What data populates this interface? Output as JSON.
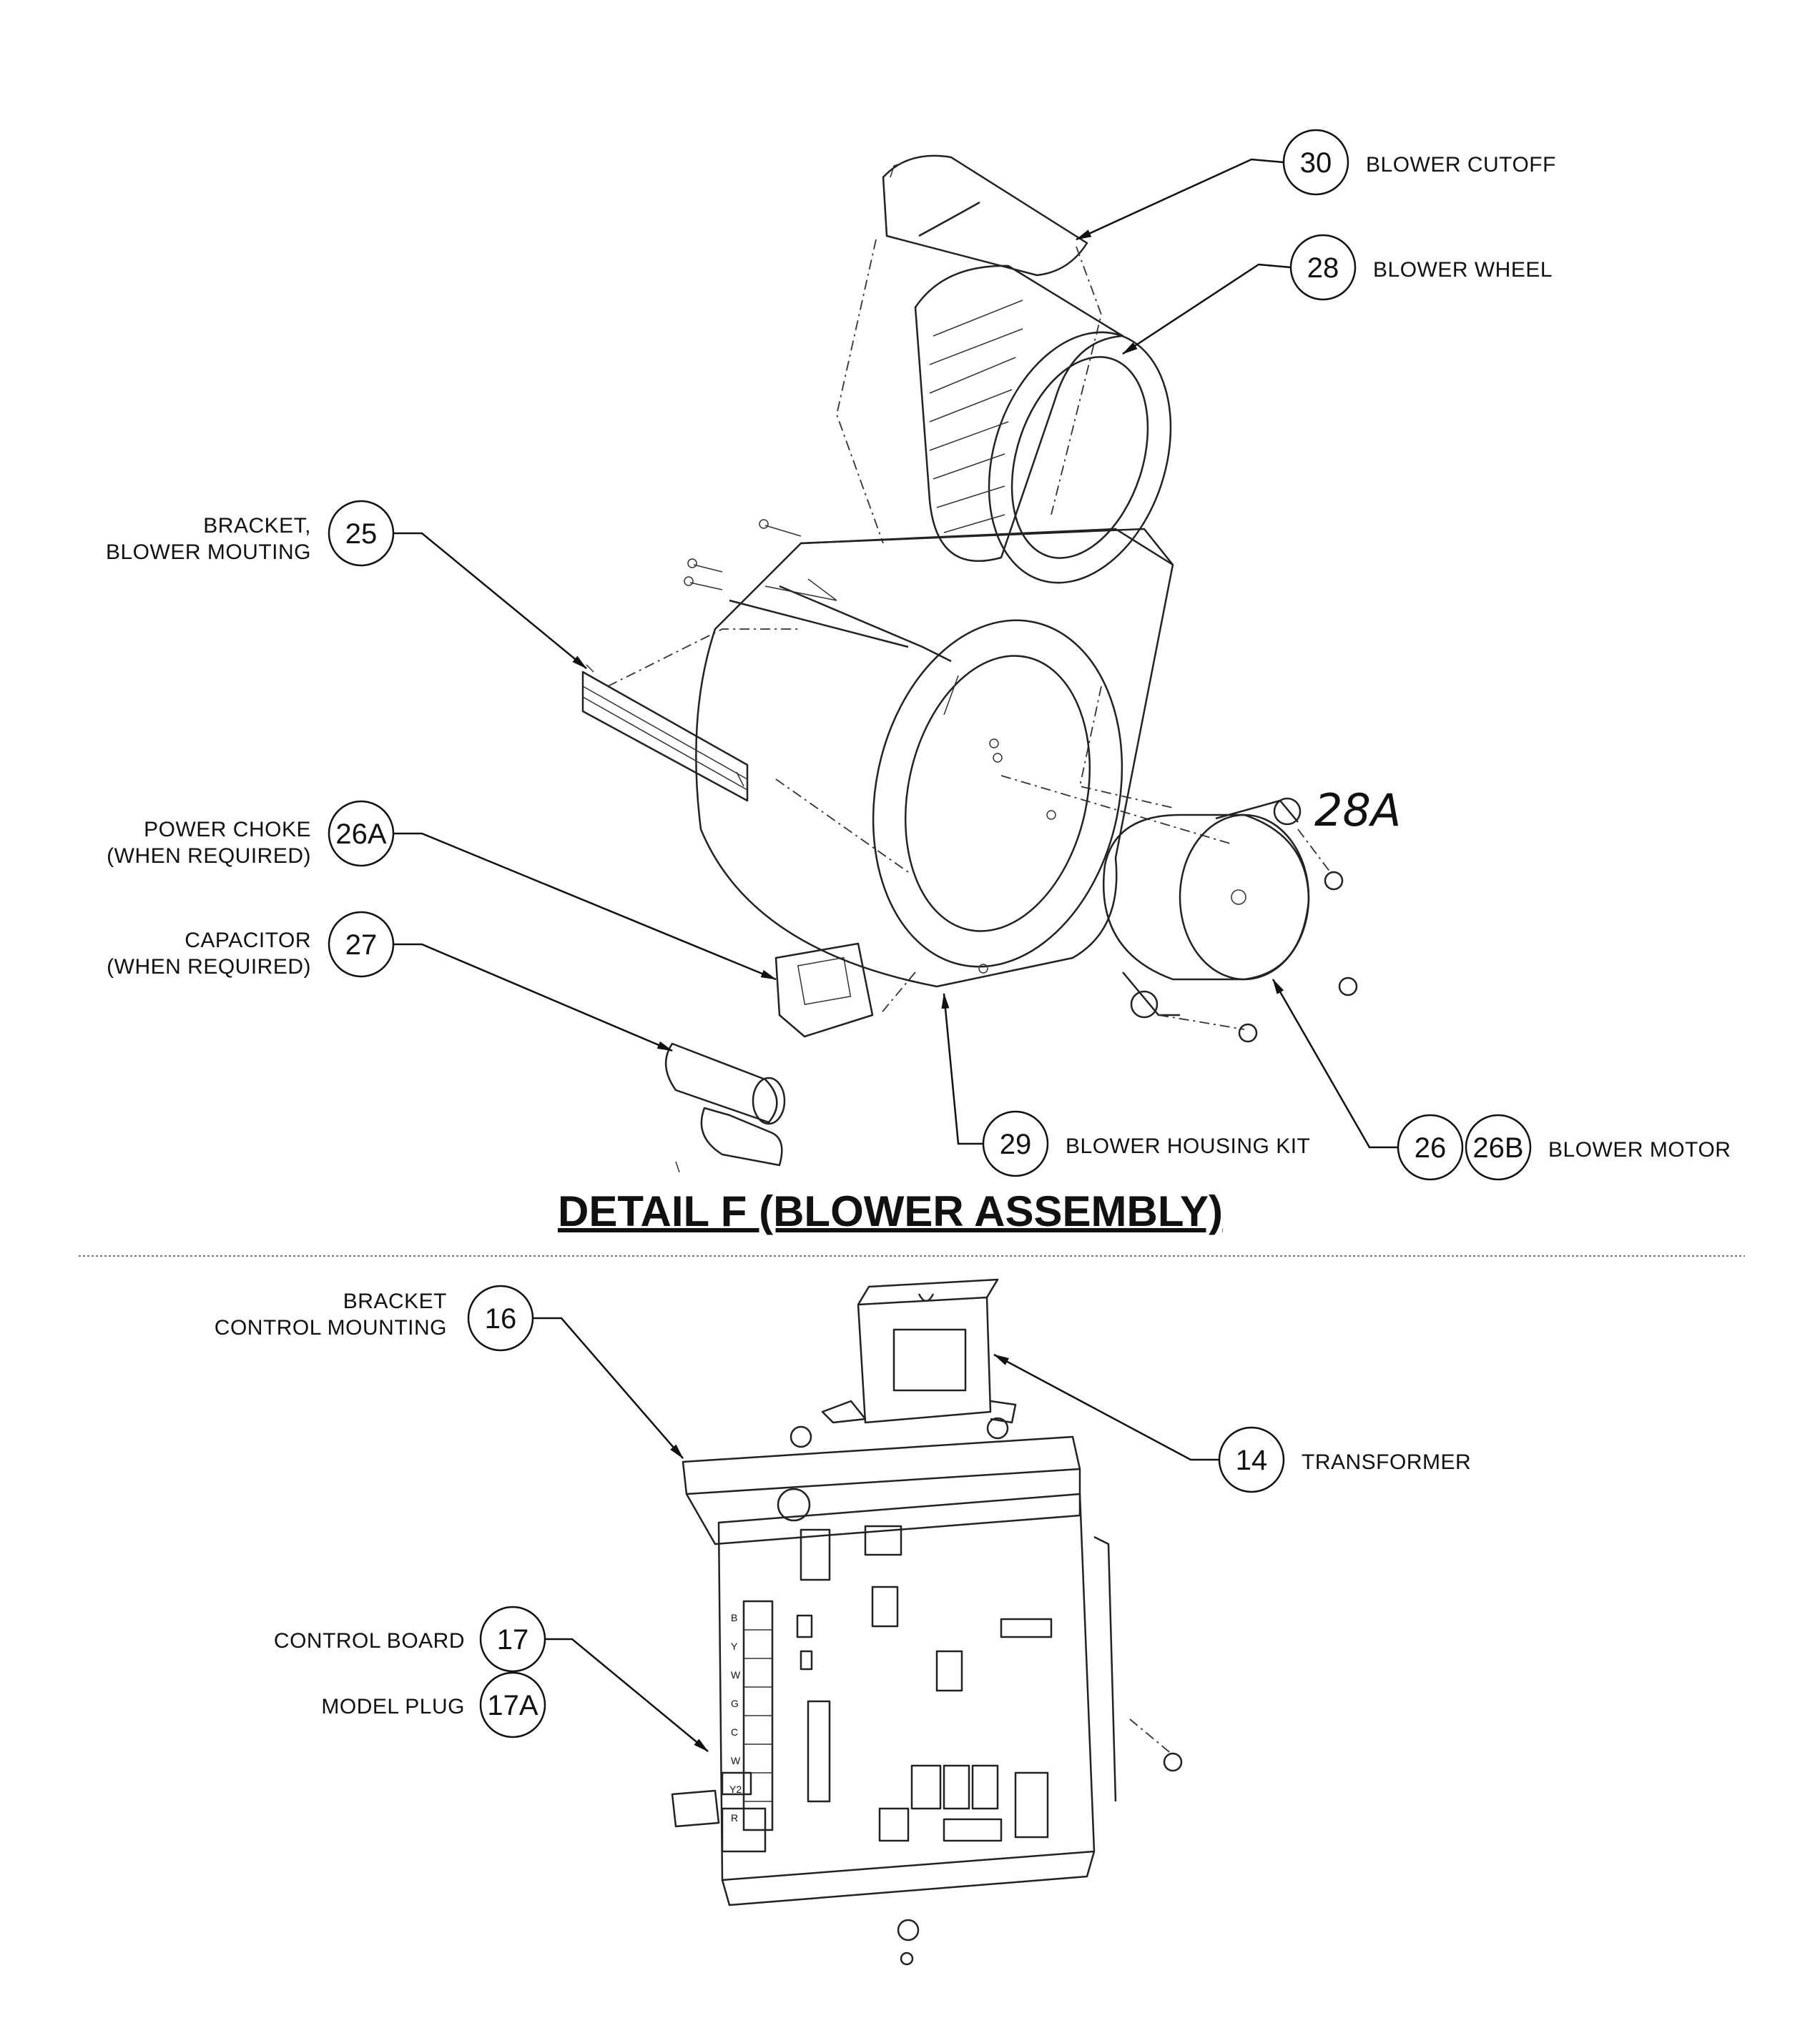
{
  "title": "DETAIL F (BLOWER ASSEMBLY)",
  "callouts": {
    "c30": {
      "num": "30",
      "label": "BLOWER CUTOFF"
    },
    "c28": {
      "num": "28",
      "label": "BLOWER WHEEL"
    },
    "c25": {
      "num": "25",
      "label1": "BRACKET,",
      "label2": "BLOWER MOUTING"
    },
    "c26a": {
      "num": "26A",
      "label1": "POWER CHOKE",
      "label2": "(WHEN REQUIRED)"
    },
    "c27": {
      "num": "27",
      "label1": "CAPACITOR",
      "label2": "(WHEN REQUIRED)"
    },
    "c29": {
      "num": "29",
      "label": "BLOWER HOUSING KIT"
    },
    "c26": {
      "num": "26",
      "num2": "26B",
      "label": "BLOWER MOTOR"
    },
    "c28a": {
      "num": "28A"
    },
    "c16": {
      "num": "16",
      "label1": "BRACKET",
      "label2": "CONTROL MOUNTING"
    },
    "c14": {
      "num": "14",
      "label": "TRANSFORMER"
    },
    "c17": {
      "num": "17",
      "label": "CONTROL BOARD"
    },
    "c17a": {
      "num": "17A",
      "label": "MODEL PLUG"
    }
  },
  "terminal_labels": [
    "B",
    "Y",
    "W",
    "G",
    "C",
    "W",
    "Y2",
    "R"
  ]
}
